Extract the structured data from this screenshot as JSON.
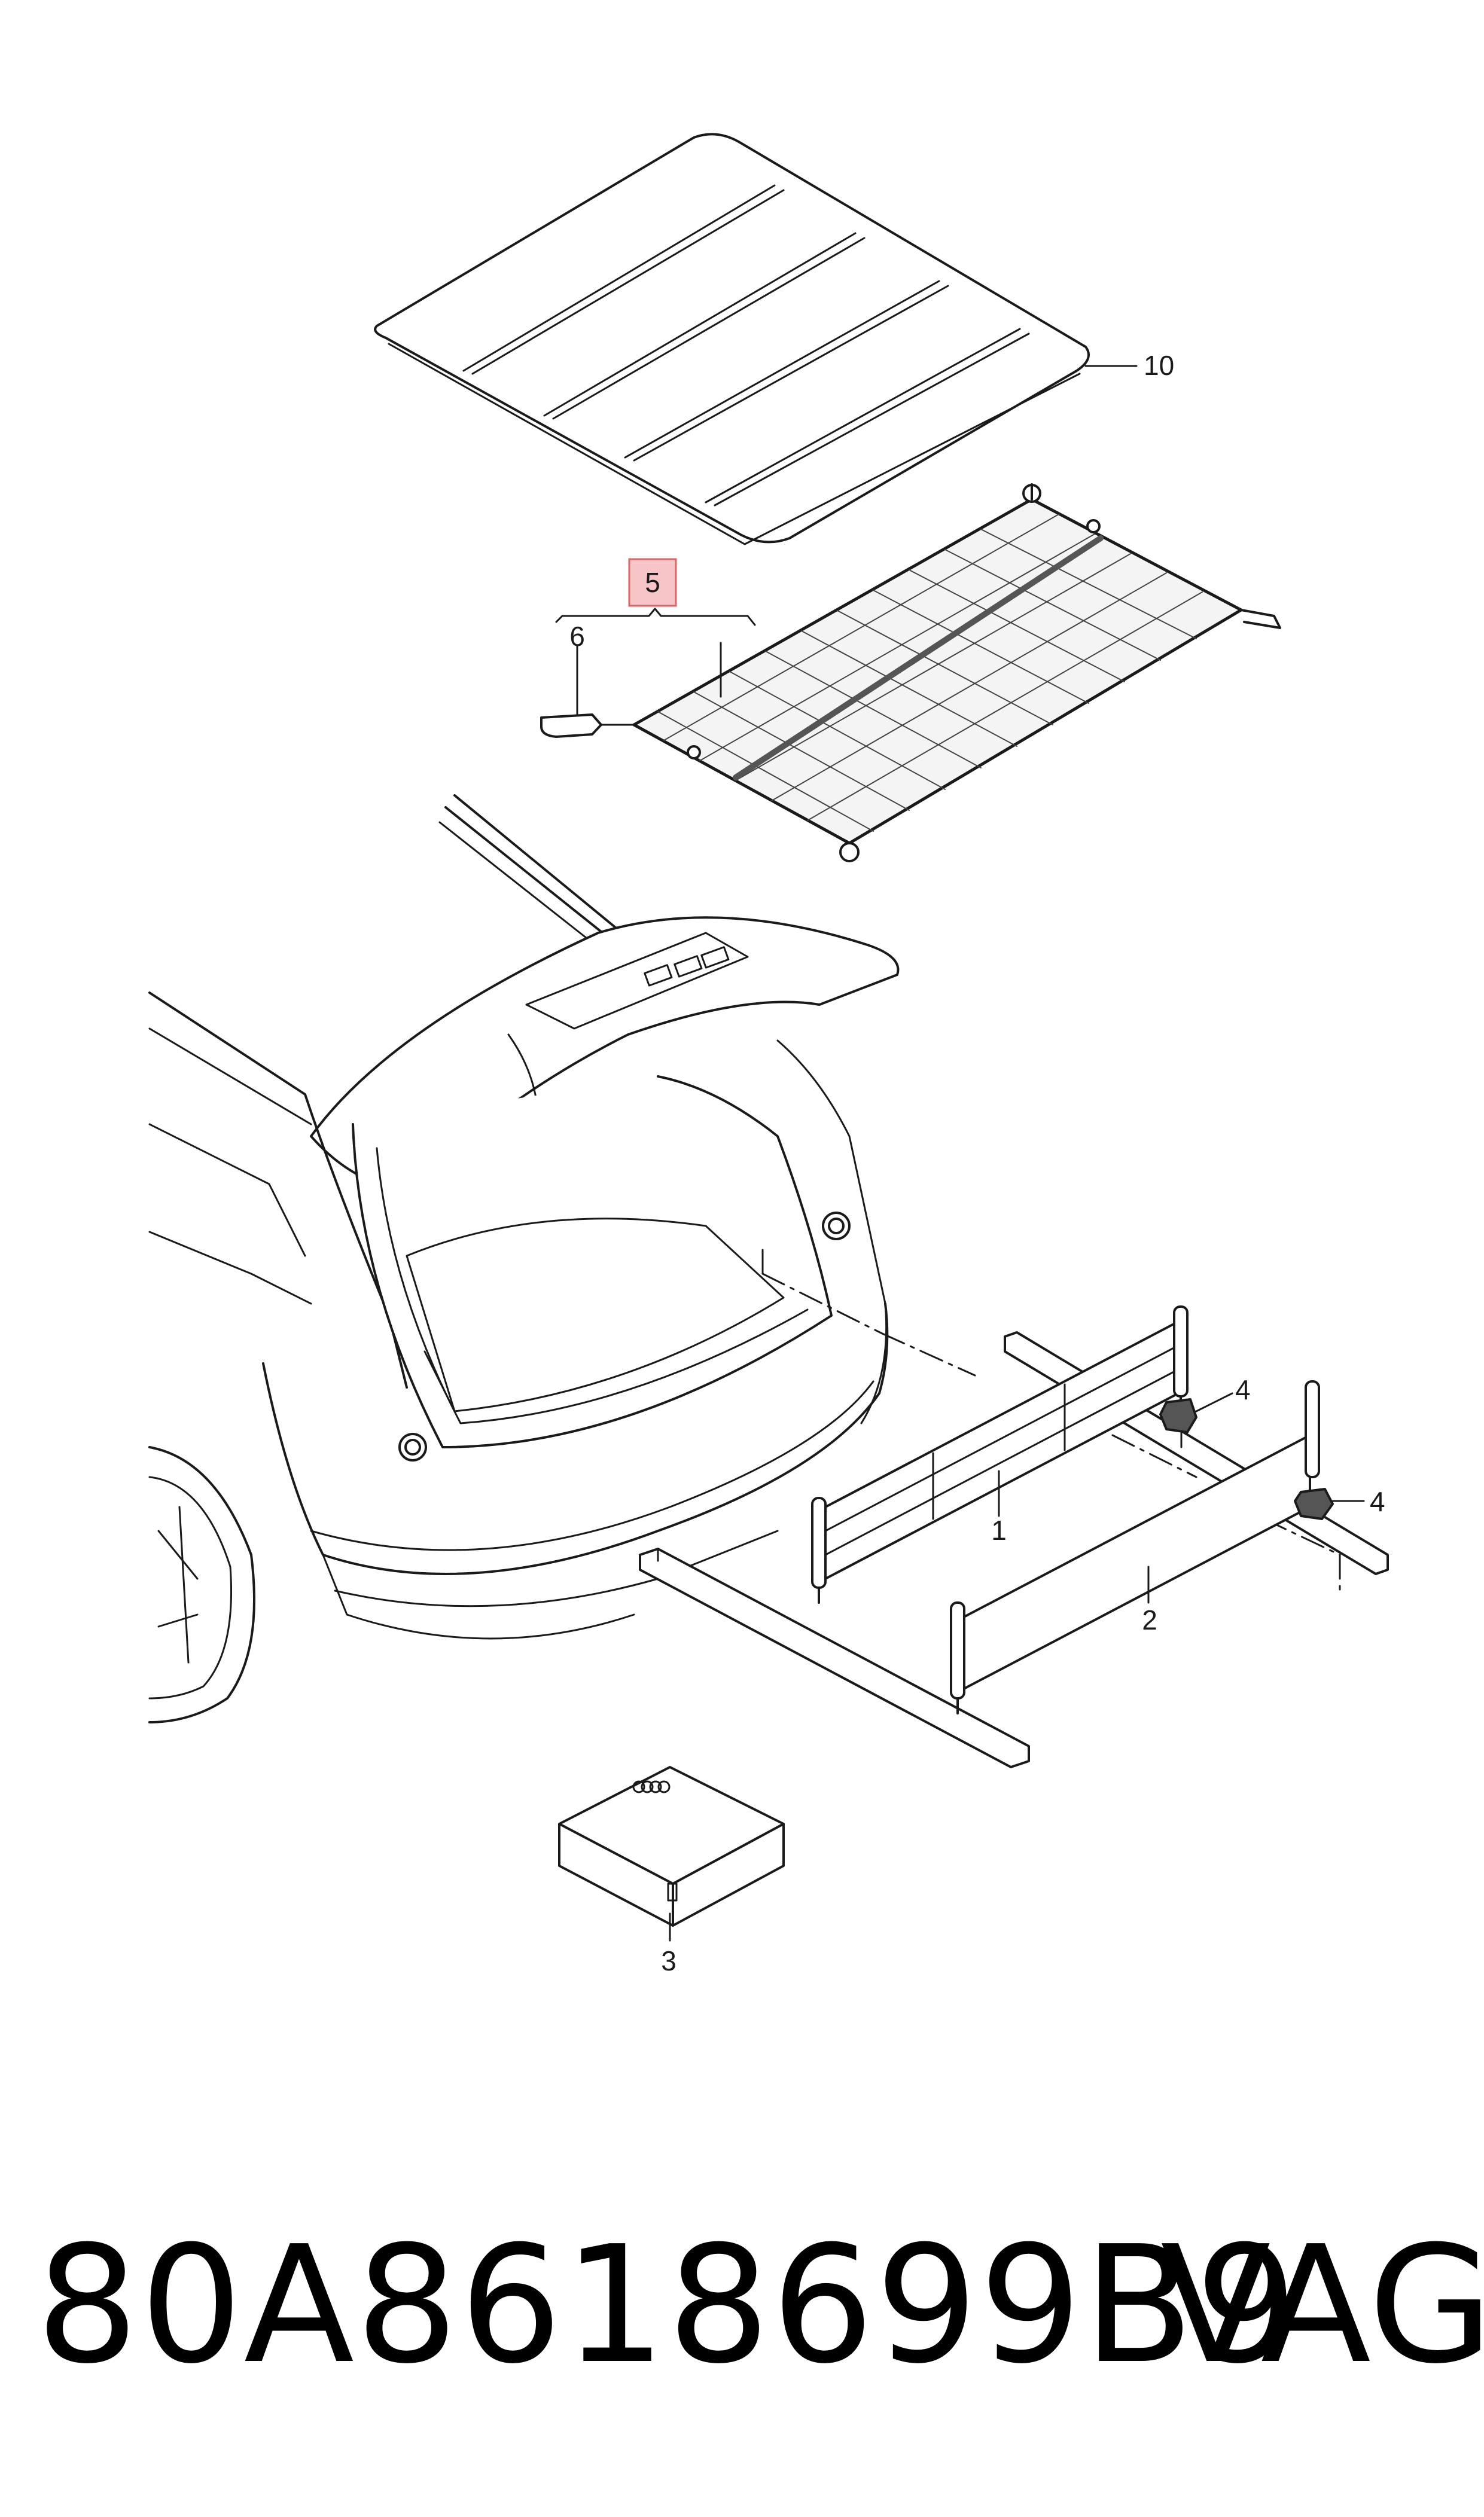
{
  "diagram": {
    "callouts": {
      "c1": "1",
      "c2": "2",
      "c3": "3",
      "c4a": "4",
      "c4b": "4",
      "c5": "5",
      "c6": "6",
      "c10": "10"
    }
  },
  "footer": {
    "part_number": "80A8618699B9",
    "brand": "VAG"
  }
}
